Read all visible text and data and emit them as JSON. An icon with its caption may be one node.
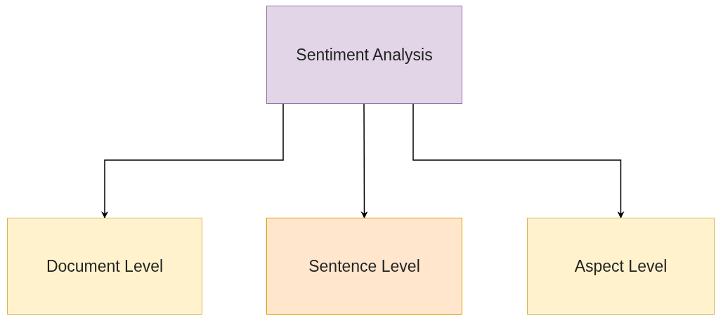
{
  "diagram": {
    "nodes": [
      {
        "text": [
          "Sentiment Analysis"
        ]
      },
      {
        "text": [
          "Document Level"
        ]
      },
      {
        "text": [
          "Sentence Level"
        ]
      },
      {
        "text": [
          "Aspect Level"
        ]
      }
    ],
    "edges": [
      {
        "from": 0,
        "to": 1,
        "arrow": "to"
      },
      {
        "from": 0,
        "to": 2,
        "arrow": "to"
      },
      {
        "from": 0,
        "to": 3,
        "arrow": "to"
      }
    ]
  }
}
